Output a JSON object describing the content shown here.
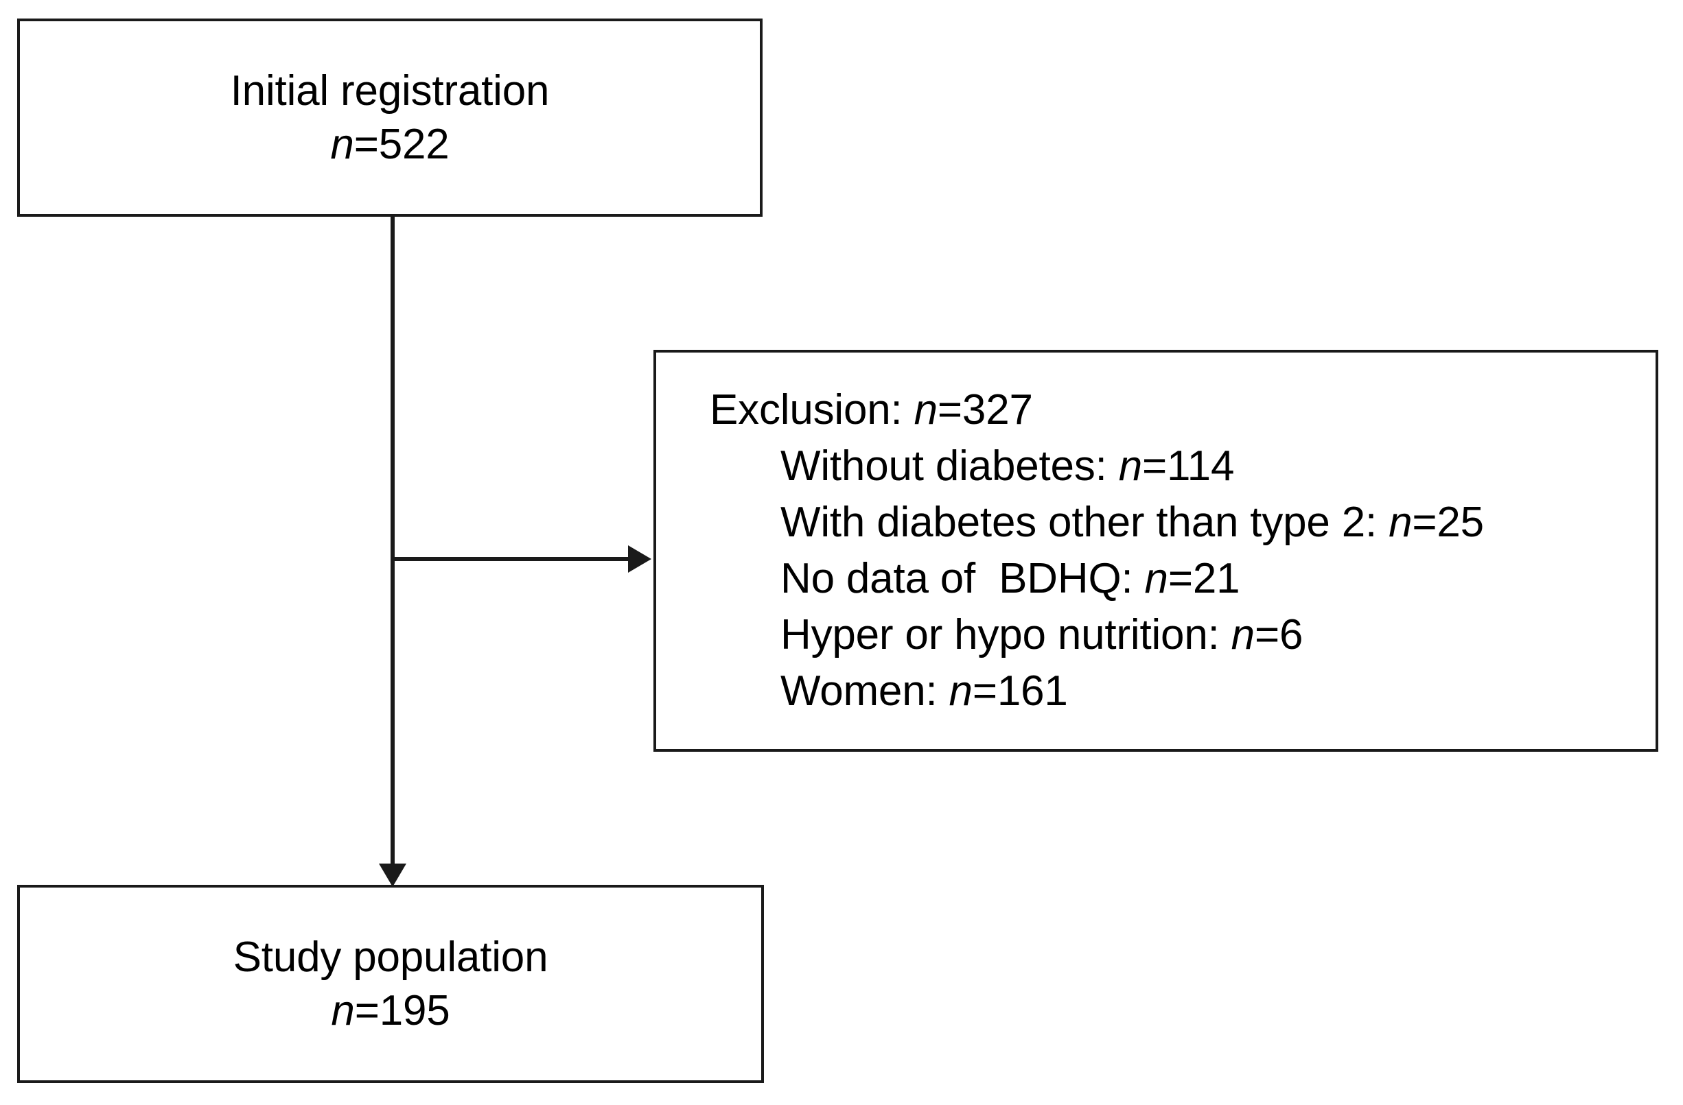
{
  "diagram": {
    "type": "flowchart",
    "title": "Study participant selection flow",
    "colors": {
      "background": "#ffffff",
      "stroke": "#1a1a1a",
      "text": "#000000"
    },
    "nodes": {
      "initial_registration": {
        "title": "Initial registration",
        "count_label": "n",
        "count_separator": "=",
        "count_value": "522",
        "count_text": "n=522"
      },
      "exclusion": {
        "header": {
          "label": "Exclusion:",
          "count_label": "n",
          "count_separator": "=",
          "count_value": "327",
          "count_text": "n=327",
          "full_text": "Exclusion: n=327"
        },
        "items": [
          {
            "label": "Without diabetes:",
            "count_label": "n",
            "count_separator": "=",
            "count_value": "114",
            "count_text": "n=114",
            "full_text": "Without diabetes: n=114"
          },
          {
            "label": "With diabetes other than type 2:",
            "count_label": "n",
            "count_separator": "=",
            "count_value": "25",
            "count_text": "n=25",
            "full_text": "With diabetes other than type 2: n=25"
          },
          {
            "label": "No data of  BDHQ:",
            "count_label": "n",
            "count_separator": "=",
            "count_value": "21",
            "count_text": "n=21",
            "full_text": "No data of  BDHQ: n=21"
          },
          {
            "label": "Hyper or hypo nutrition:",
            "count_label": "n",
            "count_separator": "=",
            "count_value": "6",
            "count_text": "n=6",
            "full_text": "Hyper or hypo nutrition: n=6"
          },
          {
            "label": "Women:",
            "count_label": "n",
            "count_separator": "=",
            "count_value": "161",
            "count_text": "n=161",
            "full_text": "Women: n=161"
          }
        ]
      },
      "study_population": {
        "title": "Study population",
        "count_label": "n",
        "count_separator": "=",
        "count_value": "195",
        "count_text": "n=195"
      }
    },
    "connectors": [
      {
        "name": "initial-to-study-population",
        "direction": "down",
        "arrow": true
      },
      {
        "name": "initial-to-exclusion",
        "direction": "right",
        "arrow": true
      }
    ]
  }
}
